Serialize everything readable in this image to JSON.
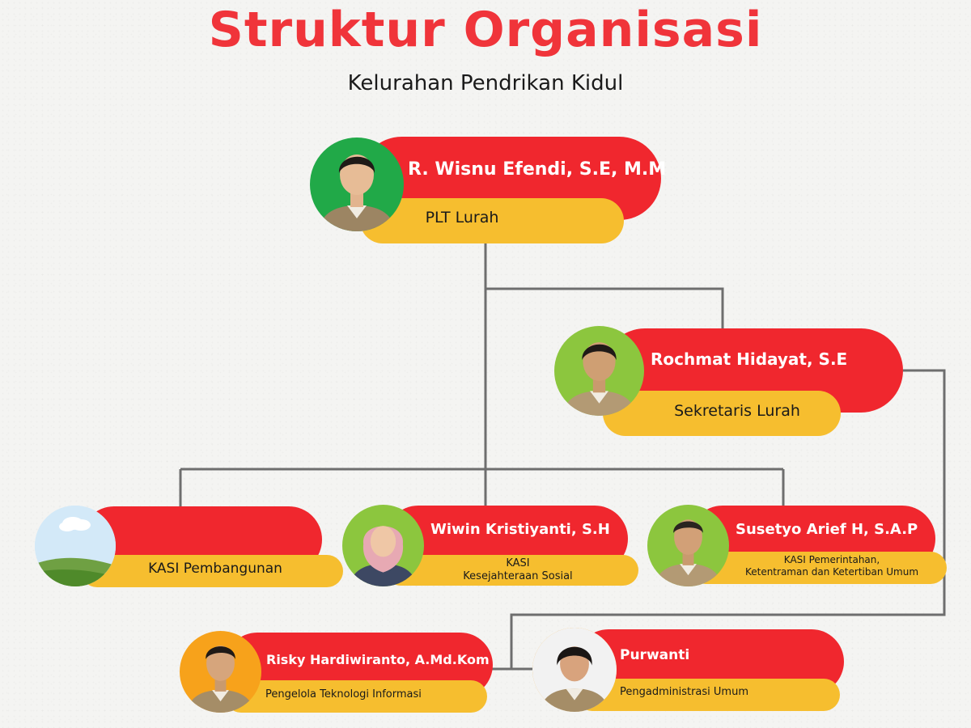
{
  "header": {
    "title": "Struktur Organisasi",
    "subtitle": "Kelurahan Pendrikan Kidul"
  },
  "colors": {
    "title": "#f0343a",
    "name_bar": "#f0272e",
    "role_bar": "#f6be2f",
    "connector": "#6e6e6e",
    "photo_green": "#21a948",
    "photo_lightgreen": "#8cc63e",
    "photo_orange": "#f7a21b"
  },
  "people": {
    "lurah": {
      "name": "R. Wisnu Efendi, S.E, M.M",
      "role": "PLT Lurah"
    },
    "sekretaris": {
      "name": "Rochmat Hidayat, S.E",
      "role": "Sekretaris Lurah"
    },
    "kasi_pembangunan": {
      "name": "",
      "role": "KASI  Pembangunan"
    },
    "kasi_kesos": {
      "name": "Wiwin Kristiyanti, S.H",
      "role_line1": "KASI",
      "role_line2": "Kesejahteraan Sosial"
    },
    "kasi_pem": {
      "name": "Susetyo Arief H, S.A.P",
      "role_line1": "KASI Pemerintahan,",
      "role_line2": "Ketentraman dan Ketertiban Umum"
    },
    "pengelola_ti": {
      "name": "Risky Hardiwiranto, A.Md.Kom",
      "role": "Pengelola Teknologi Informasi"
    },
    "pengadministrasi": {
      "name": "Purwanti",
      "role": "Pengadministrasi Umum"
    }
  }
}
